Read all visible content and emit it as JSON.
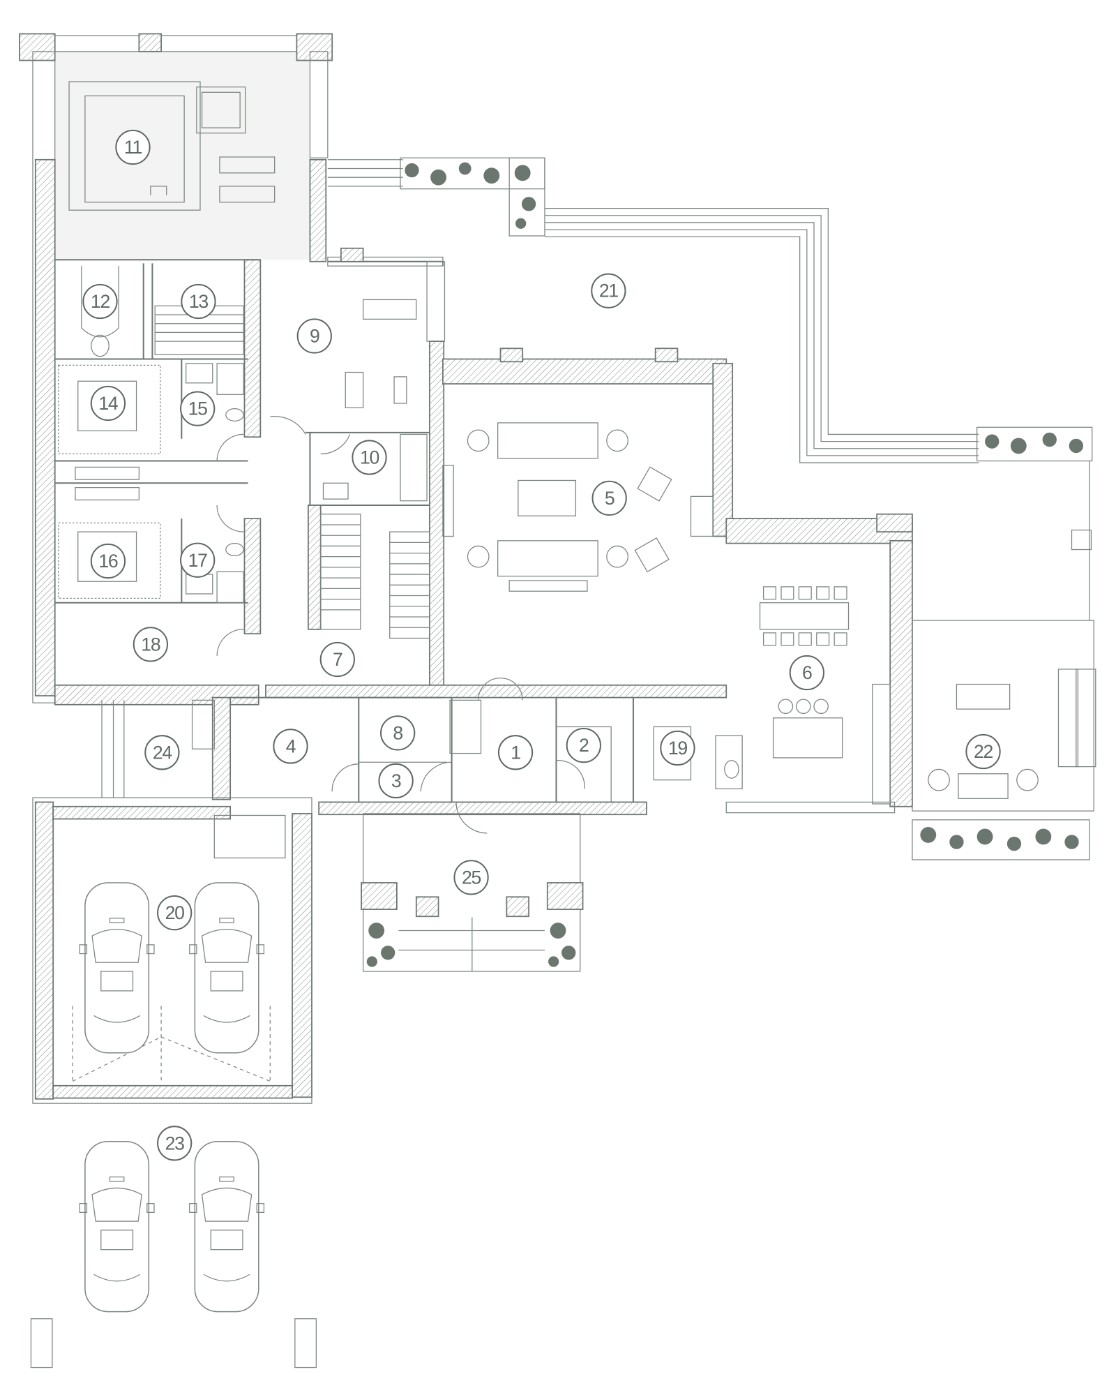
{
  "plan": {
    "title": "Floor plan",
    "line_color": "#6d7771",
    "plant_color": "#6b766f",
    "pool_fill": "#f3f3f3"
  },
  "rooms": [
    {
      "n": "1"
    },
    {
      "n": "2"
    },
    {
      "n": "3"
    },
    {
      "n": "4"
    },
    {
      "n": "5"
    },
    {
      "n": "6"
    },
    {
      "n": "7"
    },
    {
      "n": "8"
    },
    {
      "n": "9"
    },
    {
      "n": "10"
    },
    {
      "n": "11"
    },
    {
      "n": "12"
    },
    {
      "n": "13"
    },
    {
      "n": "14"
    },
    {
      "n": "15"
    },
    {
      "n": "16"
    },
    {
      "n": "17"
    },
    {
      "n": "18"
    },
    {
      "n": "19"
    },
    {
      "n": "20"
    },
    {
      "n": "21"
    },
    {
      "n": "22"
    },
    {
      "n": "23"
    },
    {
      "n": "24"
    },
    {
      "n": "25"
    }
  ]
}
